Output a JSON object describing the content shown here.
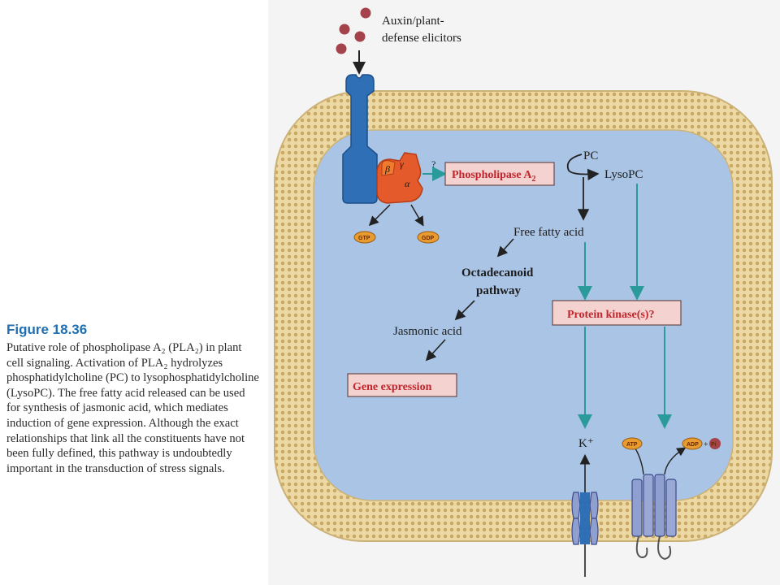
{
  "figure": {
    "title": "Figure 18.36",
    "caption": "Putative role of phospholipase A₂ (PLA₂) in plant cell signaling. Activation of PLA₂ hydrolyzes phosphatidylcholine (PC) to lysophosphatidylcholine (LysoPC). The free fatty acid released can be used for synthesis of jasmonic acid, which mediates induction of gene expression. Although the exact relationships that link all the constituents have not been fully defined, this pathway is undoubtedly important in the transduction of stress signals."
  },
  "diagram": {
    "elicitor_label_line1": "Auxin/plant-",
    "elicitor_label_line2": "defense elicitors",
    "gprotein_beta": "β",
    "gprotein_gamma": "γ",
    "gprotein_alpha": "α",
    "question_mark": "?",
    "gtp_label": "GTP",
    "gdp_label": "GDP",
    "pla2_label": "Phospholipase A",
    "pla2_subscript": "2",
    "pc_label": "PC",
    "lysopc_label": "LysoPC",
    "free_fatty_acid_label": "Free fatty acid",
    "octadecanoid_line1": "Octadecanoid",
    "octadecanoid_line2": "pathway",
    "jasmonic_acid_label": "Jasmonic acid",
    "gene_expression_label": "Gene expression",
    "protein_kinase_label": "Protein kinase(s)?",
    "k_label": "K⁺",
    "atp_label": "ATP",
    "adp_label": "ADP",
    "pi_label": "Pi"
  },
  "colors": {
    "membrane": "#e8d49c",
    "membrane_dots": "#c9a85a",
    "cytoplasm": "#a9c4e4",
    "receptor": "#2f6fb5",
    "gprotein": "#e45a2a",
    "teal_arrow": "#2a9a9a",
    "label_box": "#f3d2d0",
    "label_red": "#c0262c",
    "channel": "#8f9fd0"
  }
}
